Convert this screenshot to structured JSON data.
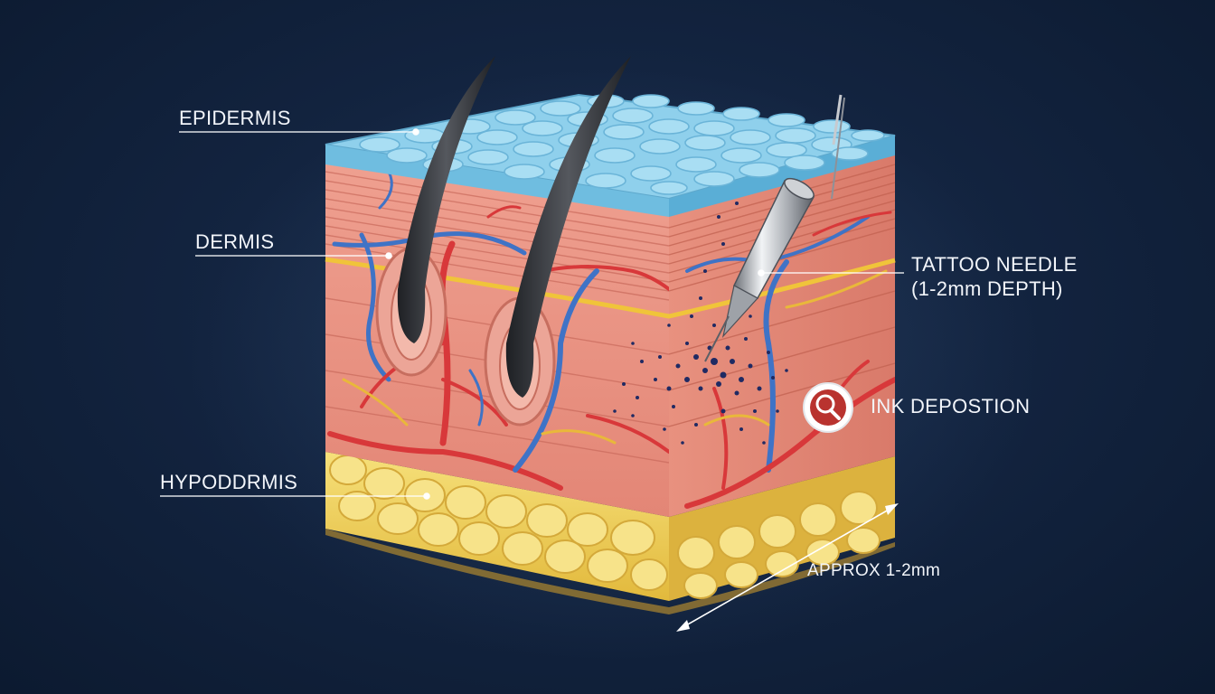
{
  "labels": {
    "epidermis": "EPIDERMIS",
    "dermis": "DERMIS",
    "hypodermis": "HYPODDRMIS",
    "needle_line1": "TATTOO NEEDLE",
    "needle_line2": "(1-2mm DEPTH)",
    "ink": "INK DEPOSTION",
    "approx": "APPROX 1-2mm"
  },
  "icons": {
    "ink_marker": "magnifier-icon",
    "needle": "tattoo-needle-icon"
  },
  "colors": {
    "background": "#132440",
    "epidermis": "#8fd0ec",
    "dermis": "#e89383",
    "hypodermis": "#f1d25a",
    "artery": "#d8383a",
    "vein": "#3f73c6",
    "nerve": "#e9b83a",
    "ink": "#1f2a63",
    "hair": "#2c2f34",
    "leader_line": "#ffffff"
  }
}
